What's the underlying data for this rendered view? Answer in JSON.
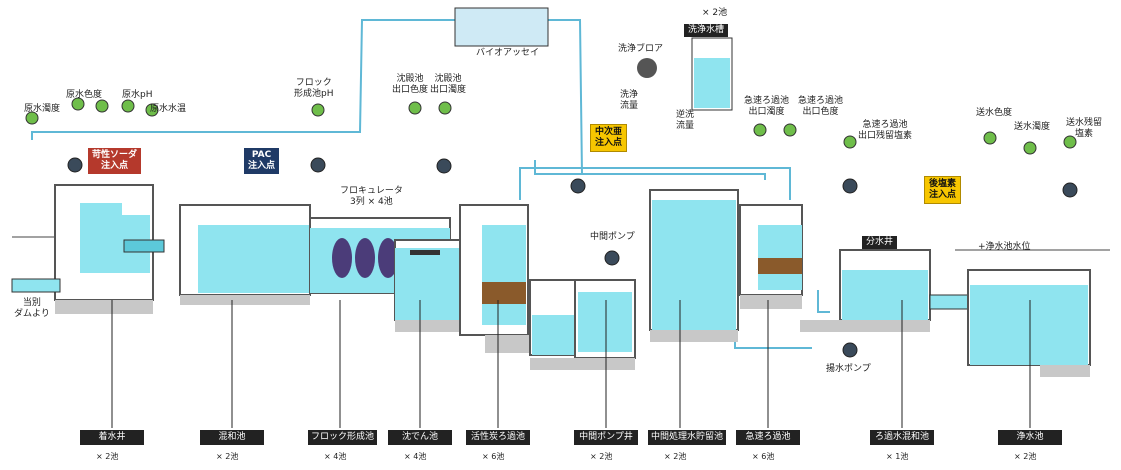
{
  "sensors": {
    "raw_turbidity": "原水濁度",
    "raw_color": "原水色度",
    "raw_ph": "原水pH",
    "raw_temp": "原水水温",
    "floc_ph": "フロック\n形成池pH",
    "sed_out_color": "沈殿池\n出口色度",
    "sed_out_turb": "沈殿池\n出口濁度",
    "rapid_out_turb": "急速ろ過池\n出口濁度",
    "rapid_out_color": "急速ろ過池\n出口色度",
    "rapid_out_chlorine": "急速ろ過池\n出口残留塩素",
    "clear_color": "送水色度",
    "clear_turb": "送水濁度",
    "clear_chlorine": "送水残留\n塩素"
  },
  "injections": {
    "caustic": "苛性ソーダ\n注入点",
    "pac": "PAC\n注入点",
    "mid_chlorine": "中次亜\n注入点",
    "post_chlorine": "後塩素\n注入点"
  },
  "labels": {
    "bioassay": "バイオアッセイ",
    "wash_tank_title": "洗浄水槽",
    "wash_tank_count": "× 2池",
    "wash_blower": "洗浄ブロア",
    "wash_flow": "洗浄\n流量",
    "return_flow": "逆洗\n流量",
    "flocculator": "フロキュレータ\n3列 × 4池",
    "mid_pump": "中間ポンプ",
    "distribution_well": "分水井",
    "clear_water_level": "+浄水池水位",
    "drain_pump": "揚水ポンプ",
    "source": "当別\nダムより"
  },
  "stages": [
    {
      "name": "着水井",
      "count": "× 2池"
    },
    {
      "name": "混和池",
      "count": "× 2池"
    },
    {
      "name": "フロック形成池",
      "count": "× 4池"
    },
    {
      "name": "沈でん池",
      "count": "× 4池"
    },
    {
      "name": "活性炭ろ過池",
      "count": "× 6池"
    },
    {
      "name": "中間ポンプ井",
      "count": "× 2池"
    },
    {
      "name": "中間処理水貯留池",
      "count": "× 2池"
    },
    {
      "name": "急速ろ過池",
      "count": "× 6池"
    },
    {
      "name": "ろ過水混和池",
      "count": "× 1池"
    },
    {
      "name": "浄水池",
      "count": "× 2池"
    }
  ],
  "colors": {
    "water": "#8fe4ef",
    "water_dark": "#5cc9da",
    "pipe": "#5fb8d6",
    "wall": "#7a7a7a",
    "floor": "#c8c8c8",
    "gauge": "#6fbe4a",
    "filter": "#8a5a2b"
  }
}
